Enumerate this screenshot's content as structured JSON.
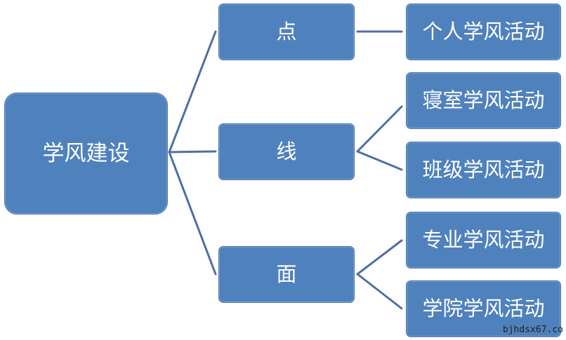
{
  "diagram": {
    "root": {
      "label": "学风建设"
    },
    "levels": [
      {
        "label": "点",
        "children": [
          "个人学风活动"
        ]
      },
      {
        "label": "线",
        "children": [
          "寝室学风活动",
          "班级学风活动"
        ]
      },
      {
        "label": "面",
        "children": [
          "专业学风活动",
          "学院学风活动"
        ]
      }
    ]
  },
  "watermark": "bjhdsx67.co",
  "colors": {
    "box_fill": "#4f81bd",
    "box_border": "#4674ad",
    "connector": "#4f6fa3",
    "text": "#ffffff"
  }
}
